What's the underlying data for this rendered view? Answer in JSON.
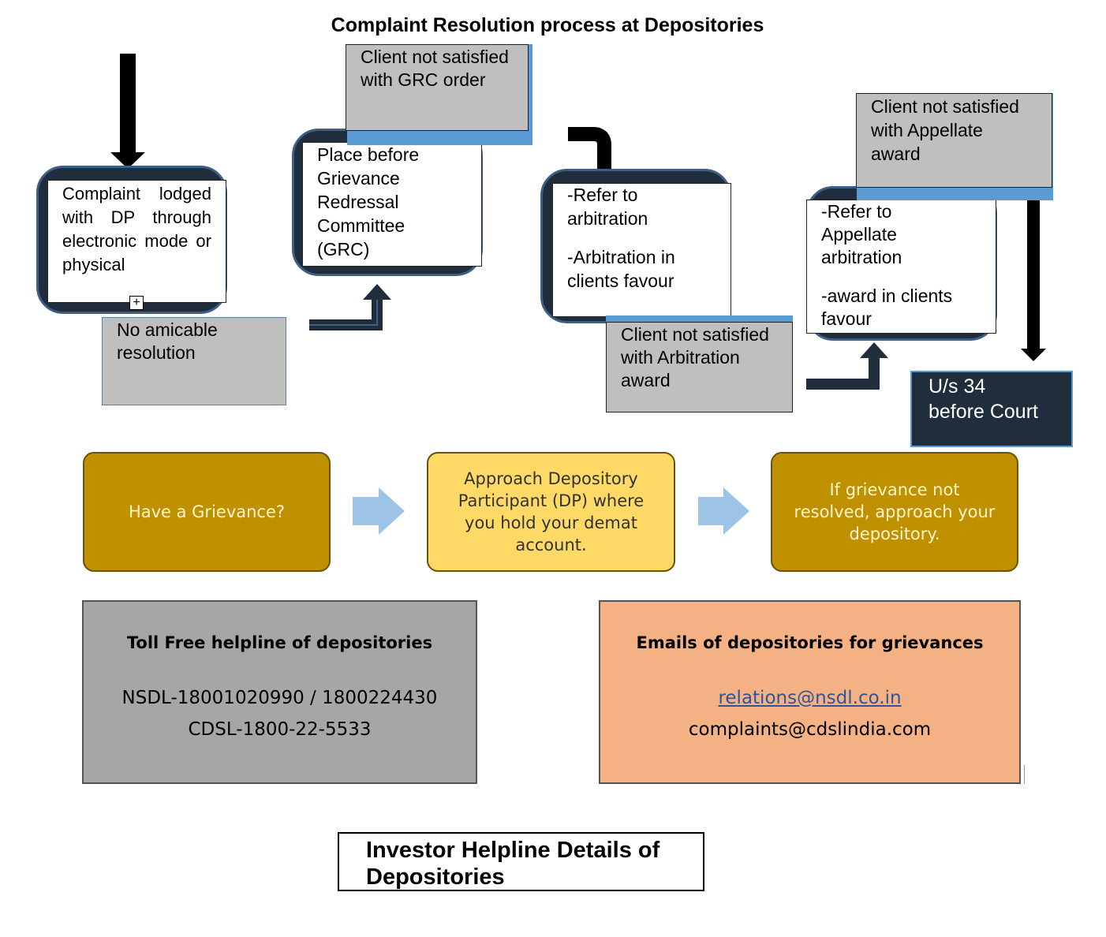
{
  "title": "Complaint Resolution process at Depositories",
  "steps": {
    "complaint": [
      "Complaint lodged with DP through electronic mode or physical"
    ],
    "no_amicable": "No amicable resolution",
    "grc": [
      "Place before",
      "Grievance",
      "Redressal",
      "Committee",
      "(GRC)"
    ],
    "grc_not_satisfied": [
      "Client not satisfied",
      "with GRC order"
    ],
    "arbitration": [
      "-Refer to",
      "arbitration"
    ],
    "arbitration_favour": [
      "-Arbitration in",
      "clients favour"
    ],
    "arbitration_not_satisfied": [
      "Client not satisfied",
      "with Arbitration",
      "award"
    ],
    "appellate": [
      "-Refer to",
      "Appellate",
      "arbitration"
    ],
    "appellate_favour": [
      "-award in clients",
      "favour"
    ],
    "appellate_not_satisfied": [
      "Client not satisfied",
      "with Appellate",
      "award"
    ],
    "court": [
      "U/s 34",
      "before Court"
    ]
  },
  "flow": {
    "step1": "Have a Grievance?",
    "step2": "Approach Depository Participant (DP) where you hold your demat account.",
    "step3": "If grievance not resolved, approach your depository."
  },
  "toll_free": {
    "title": "Toll Free helpline of depositories",
    "nsdl": "NSDL-18001020990 / 1800224430",
    "cdsl": "CDSL-1800-22-5533"
  },
  "emails": {
    "title": "Emails of depositories  for grievances",
    "nsdl": "relations@nsdl.co.in",
    "cdsl": "complaints@cdslindia.com"
  },
  "footer": [
    "Investor Helpline Details of",
    "Depositories"
  ],
  "colors": {
    "frame": "#1f2d3d",
    "frame_border": "#3d5f86",
    "gray_box": "#bfbfbf",
    "blue_strip": "#5b9bd5",
    "flow_dark_gold": "#bf9000",
    "flow_light_gold": "#ffd966",
    "arrow_light_blue": "#9dc3e6",
    "toll_free_bg": "#a6a6a6",
    "email_bg": "#f4b183"
  }
}
